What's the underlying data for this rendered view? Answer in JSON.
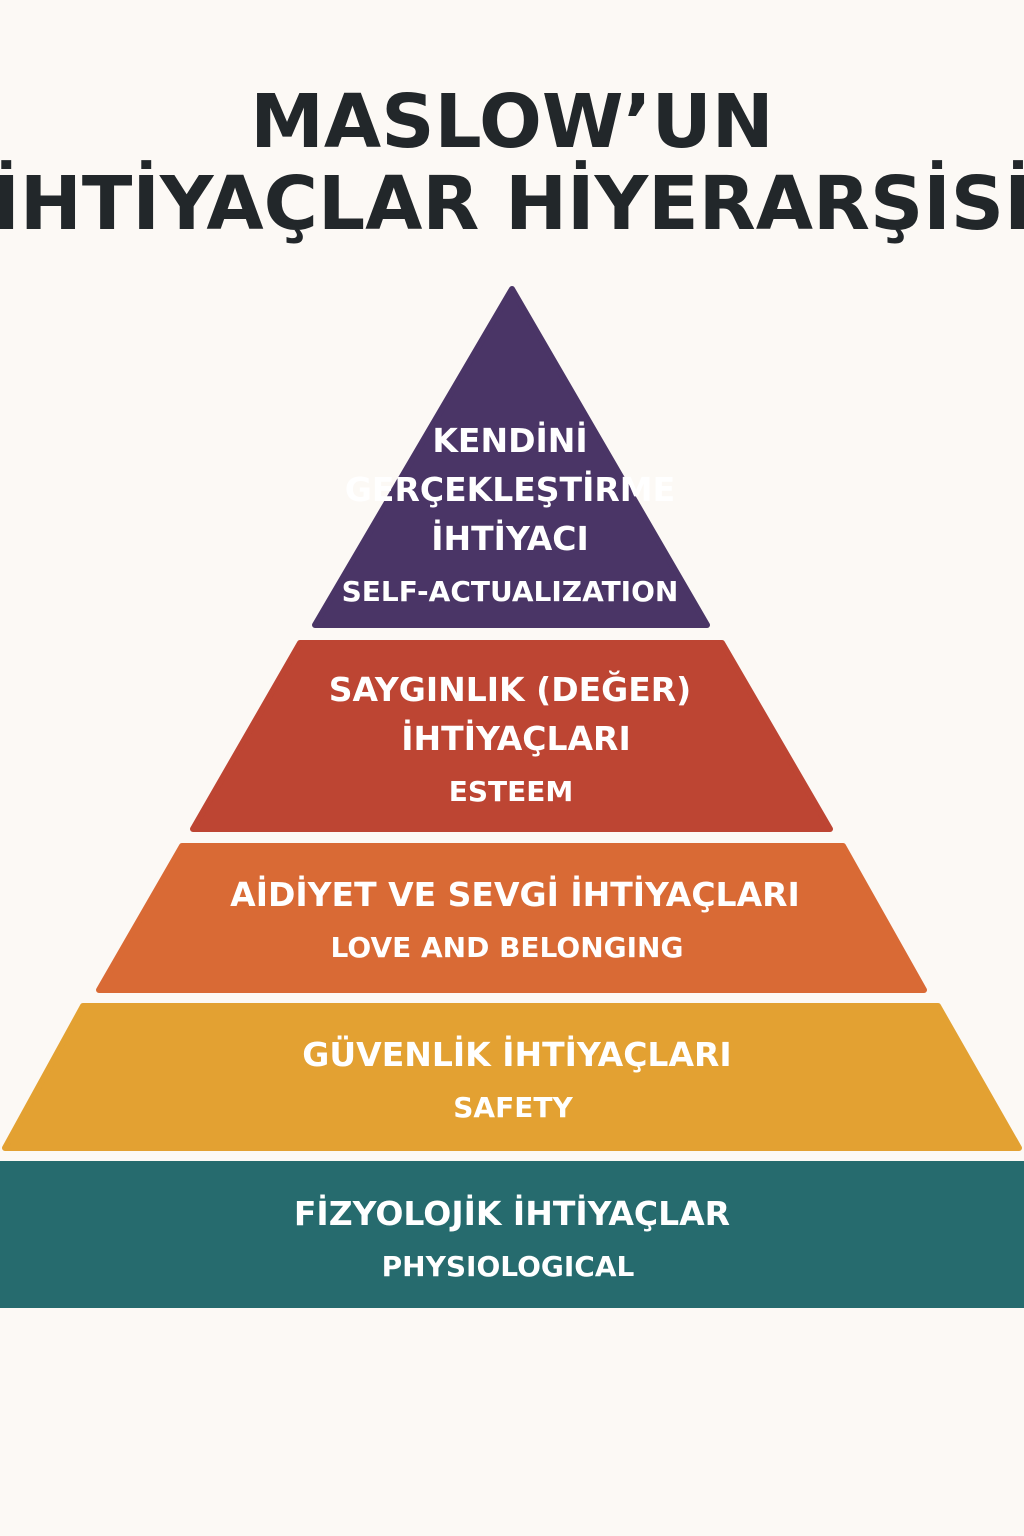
{
  "title": {
    "line1": "MASLOW’UN",
    "line2": "İHTİYAÇLAR HİYERARŞİSİ"
  },
  "levels": [
    {
      "lines": [
        "KENDİNİ",
        "GERÇEKLEŞTİRME",
        "İHTİYACI"
      ],
      "subtitle": "SELF-ACTUALIZATION",
      "color": "#4a3566"
    },
    {
      "lines": [
        "SAYGINLIK (DEĞER)",
        "İHTİYAÇLARI"
      ],
      "subtitle": "ESTEEM",
      "color": "#bd4533"
    },
    {
      "lines": [
        "AİDİYET VE SEVGİ İHTİYAÇLARI"
      ],
      "subtitle": "LOVE AND BELONGING",
      "color": "#d96a35"
    },
    {
      "lines": [
        "GÜVENLİK İHTİYAÇLARI"
      ],
      "subtitle": "SAFETY",
      "color": "#e3a132"
    },
    {
      "lines": [
        "FİZYOLOJİK İHTİYAÇLAR"
      ],
      "subtitle": "PHYSIOLOGICAL",
      "color": "#266b6e"
    }
  ]
}
